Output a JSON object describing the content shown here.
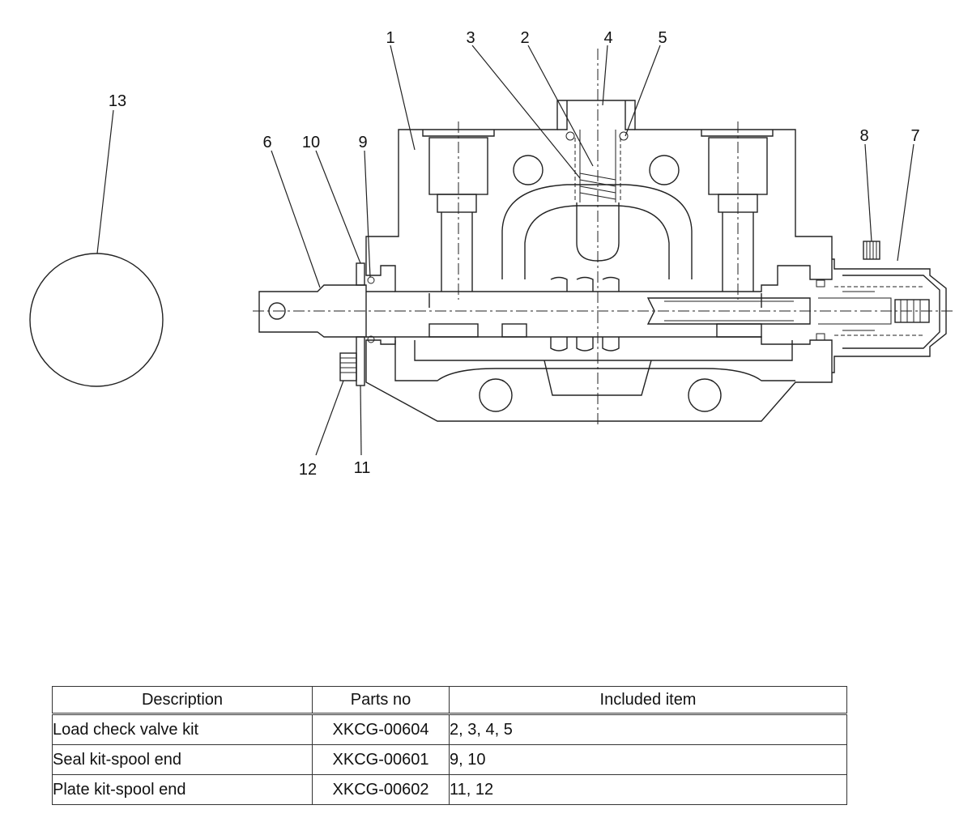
{
  "callouts": [
    "1",
    "2",
    "3",
    "4",
    "5",
    "6",
    "7",
    "8",
    "9",
    "10",
    "11",
    "12",
    "13"
  ],
  "table": {
    "headers": [
      "Description",
      "Parts no",
      "Included item"
    ],
    "rows": [
      {
        "description": "Load check valve kit",
        "parts_no": "XKCG-00604",
        "included": "2, 3, 4, 5"
      },
      {
        "description": "Seal kit-spool end",
        "parts_no": "XKCG-00601",
        "included": "9, 10"
      },
      {
        "description": "Plate kit-spool end",
        "parts_no": "XKCG-00602",
        "included": "11, 12"
      }
    ]
  }
}
